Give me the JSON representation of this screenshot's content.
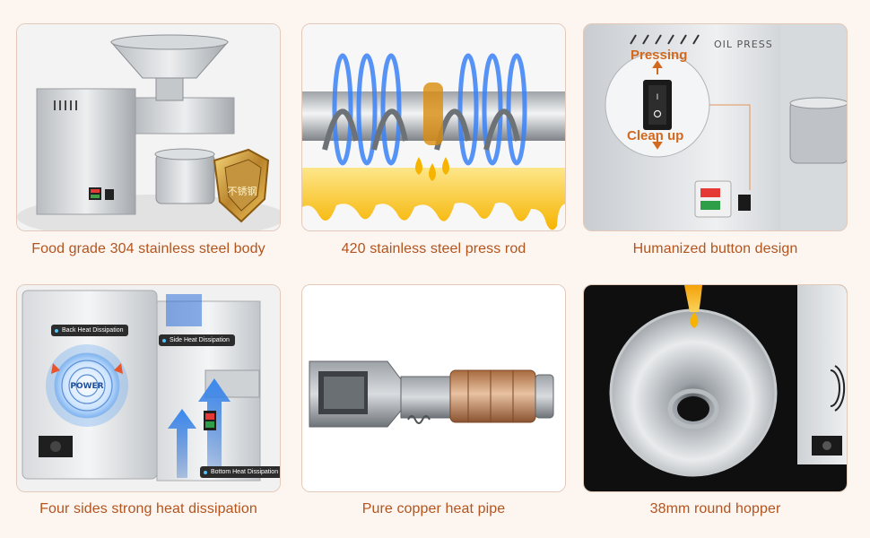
{
  "features": [
    {
      "caption": "Food grade 304 stainless steel body",
      "badge_text": "不锈钢"
    },
    {
      "caption": "420 stainless steel press rod"
    },
    {
      "caption": "Humanized button design",
      "panel_text": "OIL PRESS",
      "switch_top": "Pressing",
      "switch_bottom": "Clean up"
    },
    {
      "caption": "Four sides strong heat dissipation",
      "fan_text": "POWER",
      "tags": [
        "Back Heat Dissipation",
        "Side Heat Dissipation",
        "Bottom Heat Dissipation"
      ]
    },
    {
      "caption": "Pure copper heat pipe"
    },
    {
      "caption": "38mm round hopper"
    }
  ],
  "colors": {
    "caption": "#b3541e",
    "border": "#e3c9b8",
    "background": "#fdf6f0",
    "oil": "#f7b500",
    "heat": "#3b82f6"
  }
}
